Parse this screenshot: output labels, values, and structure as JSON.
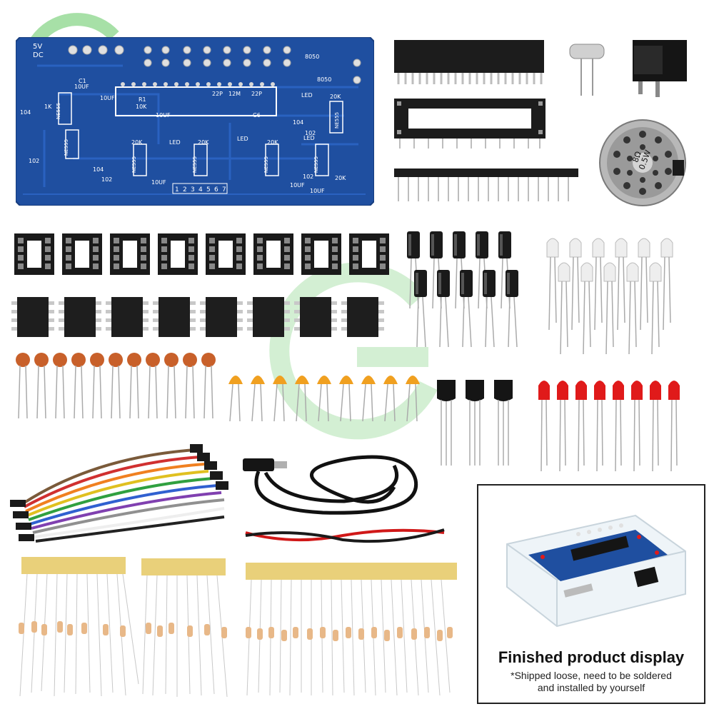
{
  "pcb": {
    "power_label_top": "5V",
    "power_label_bottom": "DC",
    "ic_label": "NE555",
    "transistor_label": "8050",
    "crystal_label": "12M",
    "cap_labels": [
      "22P",
      "22P",
      "C6"
    ],
    "r1_label": "R1",
    "resistor_values": [
      "10K",
      "1K",
      "20K"
    ],
    "capacitor_values": [
      "10UF",
      "104",
      "102"
    ],
    "c1_label": "C1",
    "led_label": "LED",
    "header_pins": [
      "1",
      "2",
      "3",
      "4",
      "5",
      "6",
      "7"
    ]
  },
  "speaker": {
    "label_line1": "8Ω",
    "label_line2": "0.5W"
  },
  "finished": {
    "title": "Finished product display",
    "note_line1": "*Shipped loose, need to be soldered",
    "note_line2": "and installed by yourself"
  },
  "colors": {
    "pcb_blue": "#1f4fa0",
    "watermark_green": "#3dbb3d",
    "capacitor_orange": "#c8602a",
    "led_red": "#e01a1a"
  }
}
